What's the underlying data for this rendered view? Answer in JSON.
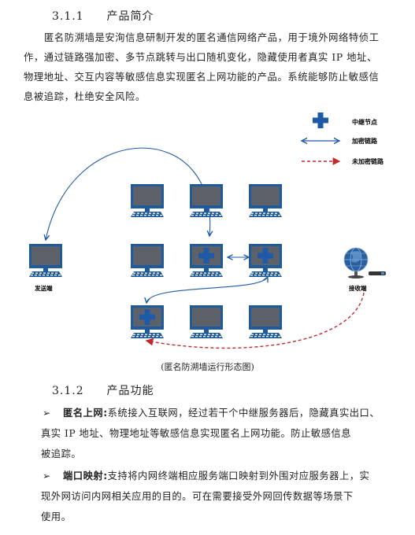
{
  "section1": {
    "number": "3.1.1",
    "title": "产品简介",
    "paragraph_lines": [
      "匿名防溯墙是安洵信息研制开发的匿名通信网络产品，用于境外网络特侦工",
      "作，通过链路强加密、多节点跳转与出口随机变化，隐藏使用者真实 IP 地址、",
      "物理地址、交互内容等敏感信息实现匿名上网功能的产品。系统能够防止敏感信",
      "息被追踪，杜绝安全风险。"
    ]
  },
  "diagram": {
    "legend": [
      {
        "icon": "relay-node",
        "label": "中继节点"
      },
      {
        "icon": "encrypted-link",
        "label": "加密链路"
      },
      {
        "icon": "unencrypted-link",
        "label": "未加密链路"
      }
    ],
    "sender_label": "发送端",
    "receiver_label": "接收端",
    "caption": "(匿名防溯墙运行形态图)",
    "colors": {
      "monitor": "#1f5a9a",
      "screen": "#5d6169",
      "relay": "#1e5aa8",
      "encrypted": "#1e5aa8",
      "unencrypted": "#c0282a"
    }
  },
  "section2": {
    "number": "3.1.2",
    "title": "产品功能",
    "bullets": [
      {
        "term": "匿名上网:",
        "lines": [
          "系统接入互联网，经过若干个中继服务器后，隐藏真实出口、",
          "真实 IP 地址、物理地址等敏感信息实现匿名上网功能。防止敏感信息",
          "被追踪。"
        ]
      },
      {
        "term": "端口映射:",
        "lines": [
          "支持将内网终端相应服务端口映射到外围对应服务器上，实",
          "现外网访问内网相关应用的目的。可在需要接受外网回传数据等场景下",
          "使用。"
        ]
      }
    ]
  }
}
